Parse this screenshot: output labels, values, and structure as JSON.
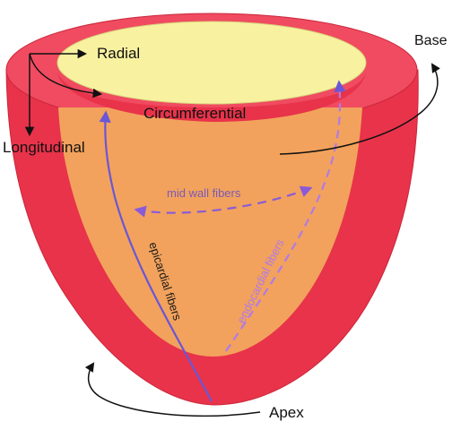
{
  "labels": {
    "radial": "Radial",
    "circumferential": "Circumferential",
    "longitudinal": "Longitudinal",
    "base": "Base",
    "apex": "Apex",
    "mid_wall": "mid wall fibers",
    "epicardial": "epicardial fibers",
    "endocardial": "endocardial fibers"
  },
  "colors": {
    "myocardium": "#e8334a",
    "endocardium_surface": "#f2a25c",
    "cavity_top": "#f8f2a0",
    "epicardial_fiber": "#6a56d6",
    "endocardial_fiber": "#b07ae8",
    "mid_wall_fiber": "#8a5ad8",
    "arrow": "#111111"
  }
}
